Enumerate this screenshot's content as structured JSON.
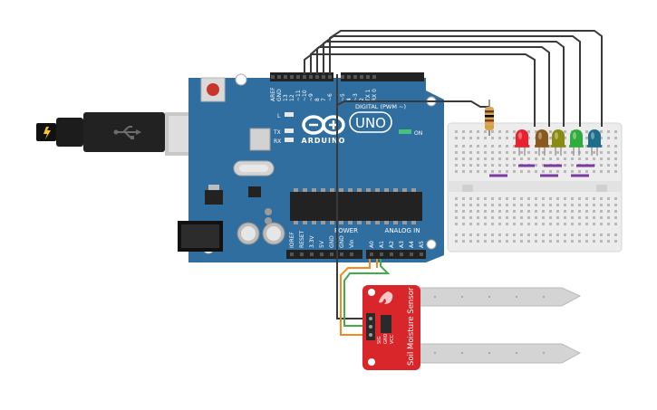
{
  "board": {
    "brand": "ARDUINO",
    "model": "UNO",
    "on_label": "ON",
    "led_l": "L",
    "led_tx": "TX",
    "led_rx": "RX",
    "digital_caption": "DIGITAL (PWM ~)",
    "power_caption": "POWER",
    "analog_caption": "ANALOG IN",
    "digital_pins": [
      "AREF",
      "GND",
      "13",
      "12",
      "~11",
      "~10",
      "~9",
      "8",
      "7",
      "~6",
      "~5",
      "4",
      "~3",
      "2",
      "TX 1",
      "RX 0"
    ],
    "power_pins": [
      "IOREF",
      "RESET",
      "3.3V",
      "5V",
      "GND",
      "GND",
      "Vin"
    ],
    "analog_pins": [
      "A0",
      "A1",
      "A2",
      "A3",
      "A4",
      "A5"
    ]
  },
  "sensor": {
    "label": "Soil Moisture Sensor",
    "pins": [
      "SIG",
      "GND",
      "VCC"
    ]
  },
  "colors": {
    "board": "#2f6e9e",
    "wire_dark": "#3a3a3a",
    "wire_orange": "#f28a1e",
    "wire_green": "#3fae49",
    "led_red": "#e8232d",
    "led_brown": "#8a5a1c",
    "led_yellow": "#8a8a12",
    "led_green": "#2fae3d",
    "led_blue": "#1d6e8a",
    "sensor_red": "#d9262b",
    "breadboard": "#ececec"
  },
  "icons": {
    "usb_cable": "usb-cable-icon",
    "usb_symbol": "usb-symbol-icon",
    "reset": "reset-button-icon"
  }
}
